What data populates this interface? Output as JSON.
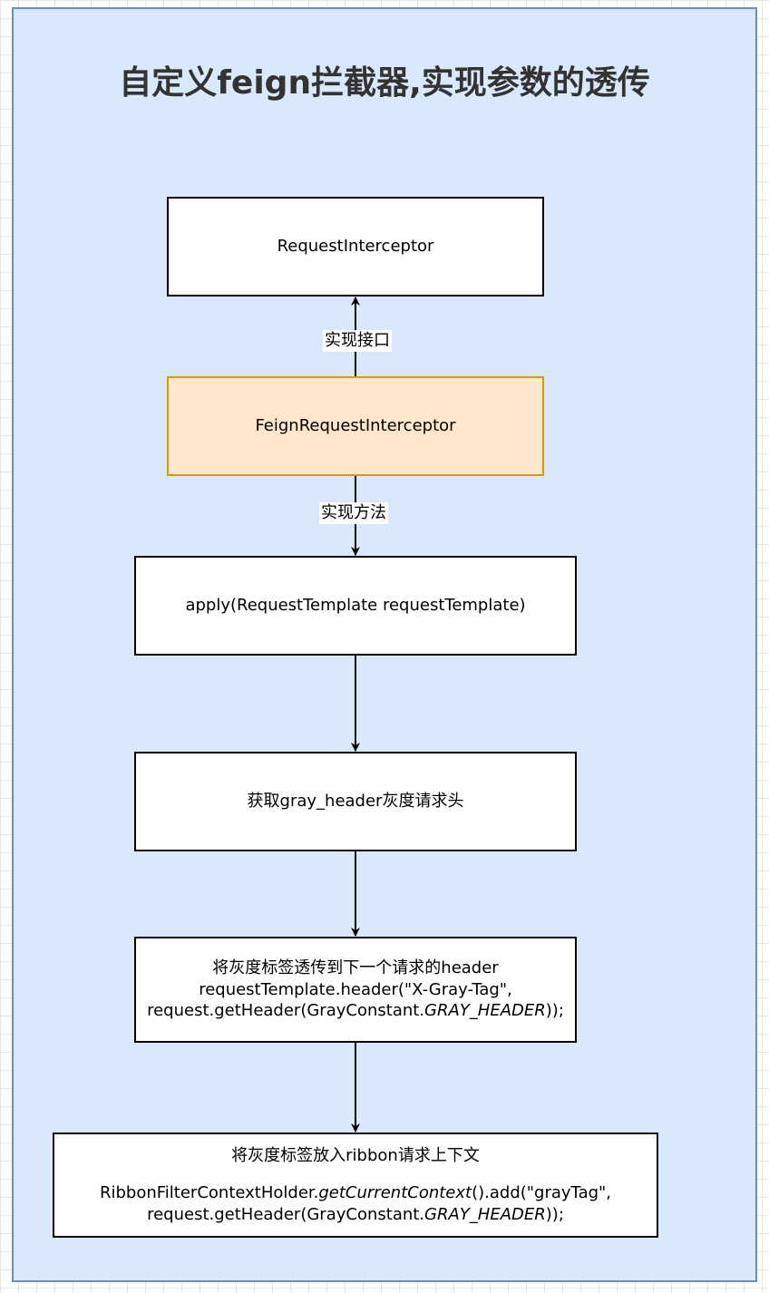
{
  "title": "自定义feign拦截器,实现参数的透传",
  "nodes": {
    "request_interceptor": "RequestInterceptor",
    "feign_request_interceptor": "FeignRequestInterceptor",
    "apply_method": "apply(RequestTemplate requestTemplate)",
    "get_gray_header": "获取gray_header灰度请求头",
    "pass_header": {
      "line1": "将灰度标签透传到下一个请求的header",
      "line2": "requestTemplate.header(\"X-Gray-Tag\",",
      "line3_prefix": "request.getHeader(GrayConstant.",
      "line3_italic": "GRAY_HEADER",
      "line3_suffix": "));"
    },
    "ribbon_context": {
      "line1": "将灰度标签放入ribbon请求上下文",
      "line2_prefix": "RibbonFilterContextHolder.",
      "line2_italic": "getCurrentContext",
      "line2_suffix": "().add(\"grayTag\",",
      "line3_prefix": "request.getHeader(GrayConstant.",
      "line3_italic": "GRAY_HEADER",
      "line3_suffix": "));"
    }
  },
  "edges": {
    "implements_interface": "实现接口",
    "implements_method": "实现方法"
  },
  "colors": {
    "panel_fill": "#dae8fc",
    "panel_border": "#6c8ebf",
    "highlight_fill": "#ffe6cc",
    "highlight_border": "#d79b00"
  }
}
